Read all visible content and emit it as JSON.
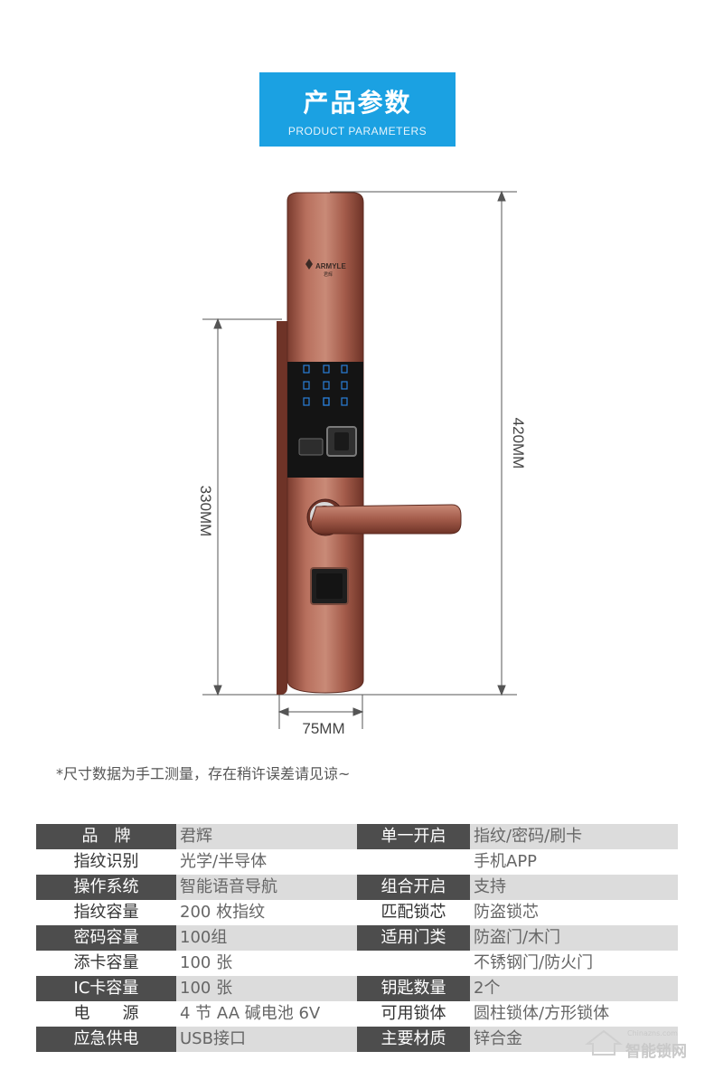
{
  "header": {
    "title": "产品参数",
    "subtitle": "PRODUCT PARAMETERS"
  },
  "diagram": {
    "brand_logo": "ARMYLE",
    "brand_logo_sub": "君辉",
    "height_panel": "420MM",
    "height_handle": "330MM",
    "width": "75MM"
  },
  "note": "*尺寸数据为手工测量，存在稍许误差请见谅~",
  "params": [
    {
      "l1": "品　牌",
      "v1": "君辉",
      "l2": "单一开启",
      "v2": "指纹/密码/刷卡"
    },
    {
      "l1": "指纹识别",
      "v1": "光学/半导体",
      "l2": "",
      "v2": "手机APP"
    },
    {
      "l1": "操作系统",
      "v1": "智能语音导航",
      "l2": "组合开启",
      "v2": "支持"
    },
    {
      "l1": "指纹容量",
      "v1": "200 枚指纹",
      "l2": "匹配锁芯",
      "v2": "防盗锁芯"
    },
    {
      "l1": "密码容量",
      "v1": "100组",
      "l2": "适用门类",
      "v2": "防盗门/木门"
    },
    {
      "l1": "添卡容量",
      "v1": "100 张",
      "l2": "",
      "v2": "不锈钢门/防火门"
    },
    {
      "l1": "IC卡容量",
      "v1": "100 张",
      "l2": "钥匙数量",
      "v2": "2个"
    },
    {
      "l1": "电　　源",
      "v1": "4 节 AA 碱电池 6V",
      "l2": "可用锁体",
      "v2": "圆柱锁体/方形锁体"
    },
    {
      "l1": "应急供电",
      "v1": "USB接口",
      "l2": "主要材质",
      "v2": "锌合金"
    }
  ],
  "watermark": {
    "text": "智能锁网",
    "url": "Chinazns.com"
  },
  "colors": {
    "banner": "#1ba1e2",
    "label_dark": "#4d4d4d",
    "value_shade": "#dcdcdc",
    "lock_bronze": "#a0594a"
  }
}
